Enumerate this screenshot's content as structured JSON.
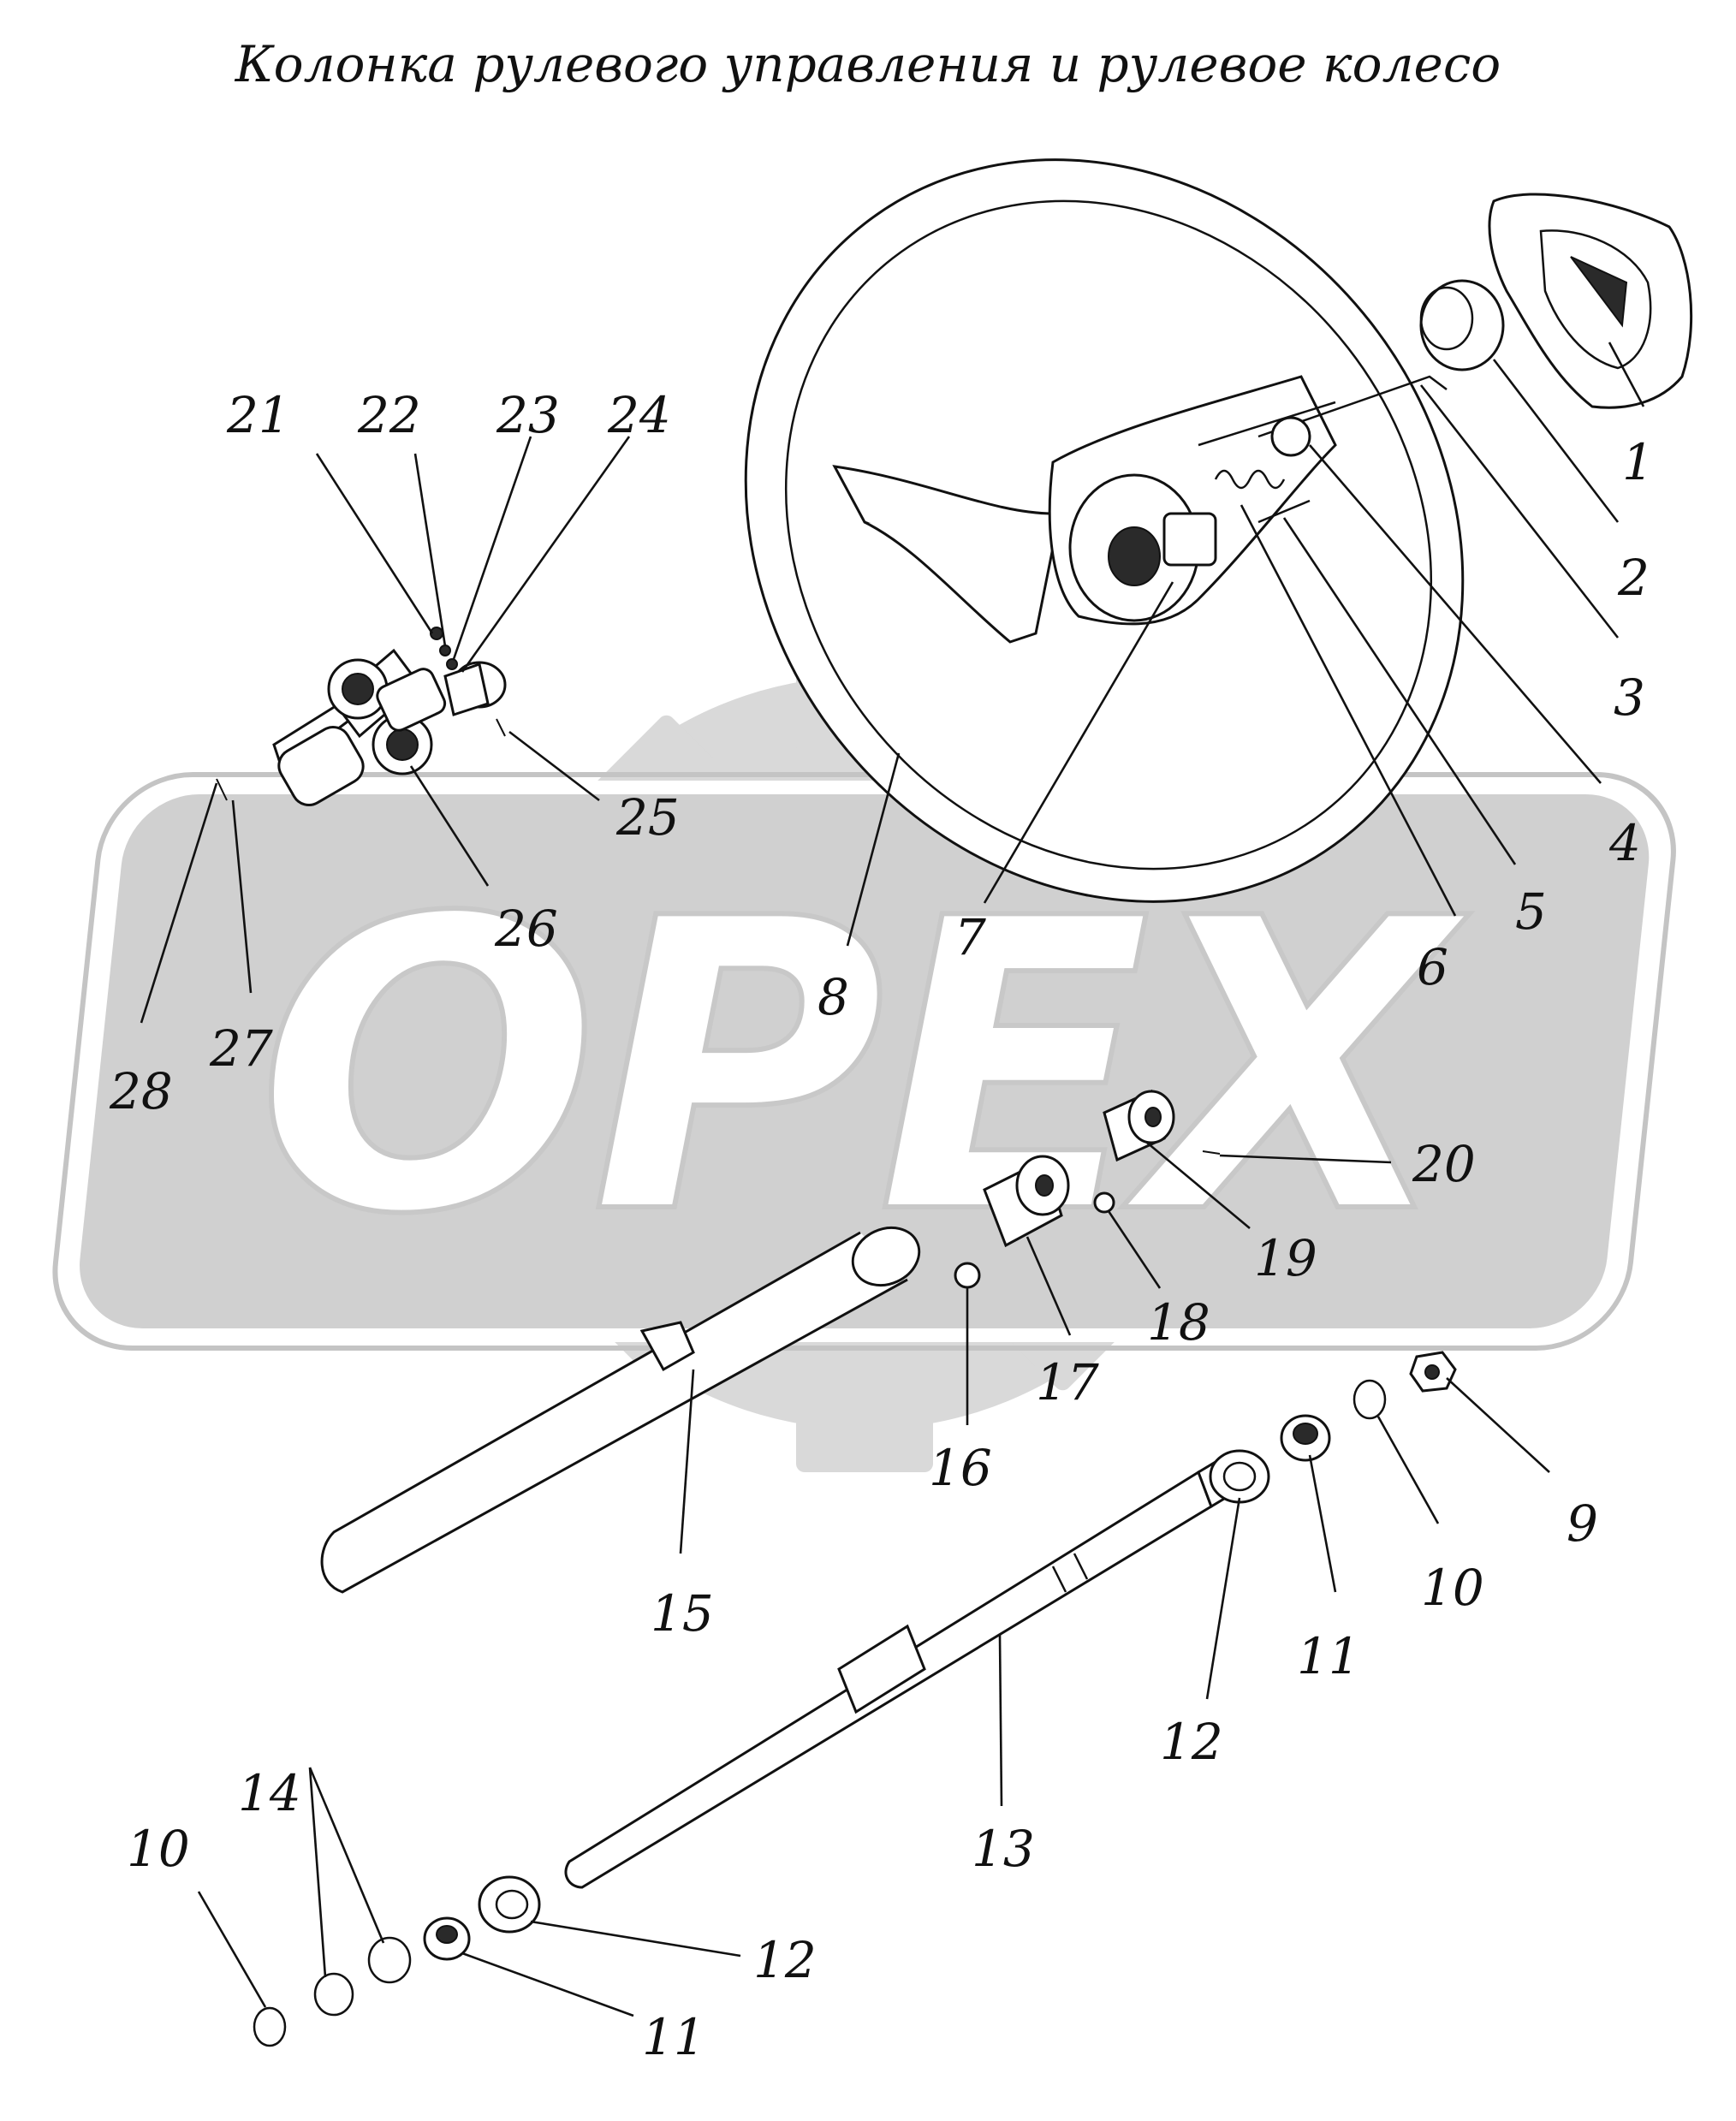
{
  "title": "Колонка рулевого управления и рулевое колесо",
  "watermark": {
    "text": "OPEX",
    "gear_color": "#d9d9d9",
    "plate_color": "#d0d0d0",
    "plate_border": "#ffffff"
  },
  "icons": [
    "gear-watermark-icon",
    "steering-wheel-icon",
    "horn-cover-icon"
  ],
  "callouts": {
    "c1": "1",
    "c2": "2",
    "c3": "3",
    "c4": "4",
    "c5": "5",
    "c6": "6",
    "c7": "7",
    "c8": "8",
    "c9": "9",
    "c10a": "10",
    "c10b": "10",
    "c11a": "11",
    "c11b": "11",
    "c12a": "12",
    "c12b": "12",
    "c13": "13",
    "c14": "14",
    "c15": "15",
    "c16": "16",
    "c17": "17",
    "c18": "18",
    "c19": "19",
    "c20": "20",
    "c21": "21",
    "c22": "22",
    "c23": "23",
    "c24": "24",
    "c25": "25",
    "c26": "26",
    "c27": "27",
    "c28": "28"
  }
}
